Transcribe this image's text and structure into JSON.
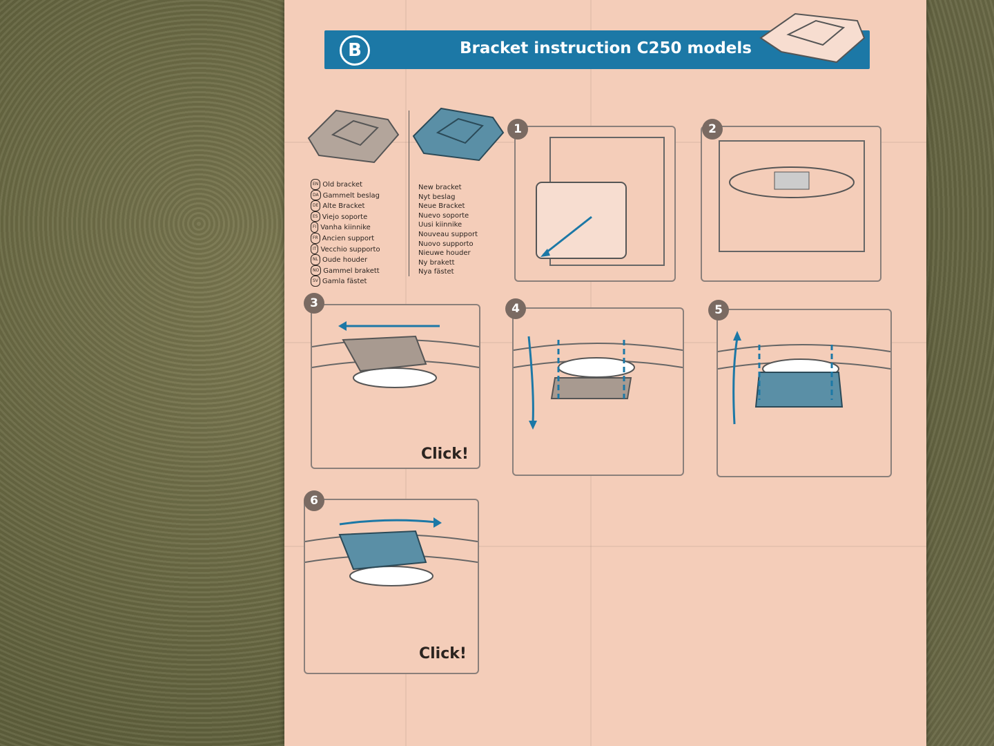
{
  "header": {
    "badge": "B",
    "title": "Bracket instruction C250 models"
  },
  "legend": {
    "old": [
      {
        "code": "EN",
        "label": "Old bracket"
      },
      {
        "code": "DA",
        "label": "Gammelt beslag"
      },
      {
        "code": "DE",
        "label": "Alte Bracket"
      },
      {
        "code": "ES",
        "label": "Viejo soporte"
      },
      {
        "code": "FI",
        "label": "Vanha kiinnike"
      },
      {
        "code": "FR",
        "label": "Ancien support"
      },
      {
        "code": "IT",
        "label": "Vecchio supporto"
      },
      {
        "code": "NL",
        "label": "Oude houder"
      },
      {
        "code": "NO",
        "label": "Gammel brakett"
      },
      {
        "code": "SV",
        "label": "Gamla fästet"
      }
    ],
    "new": [
      "New bracket",
      "Nyt beslag",
      "Neue Bracket",
      "Nuevo soporte",
      "Uusi kiinnike",
      "Nouveau support",
      "Nuovo supporto",
      "Nieuwe houder",
      "Ny brakett",
      "Nya fästet"
    ]
  },
  "steps": [
    {
      "n": "1"
    },
    {
      "n": "2"
    },
    {
      "n": "3",
      "note": "Click!"
    },
    {
      "n": "4"
    },
    {
      "n": "5"
    },
    {
      "n": "6",
      "note": "Click!"
    }
  ],
  "colors": {
    "blue": "#1c78a6",
    "paper": "#f4cdb9",
    "old_bracket": "#a89a90",
    "new_bracket": "#5a8fa6"
  }
}
